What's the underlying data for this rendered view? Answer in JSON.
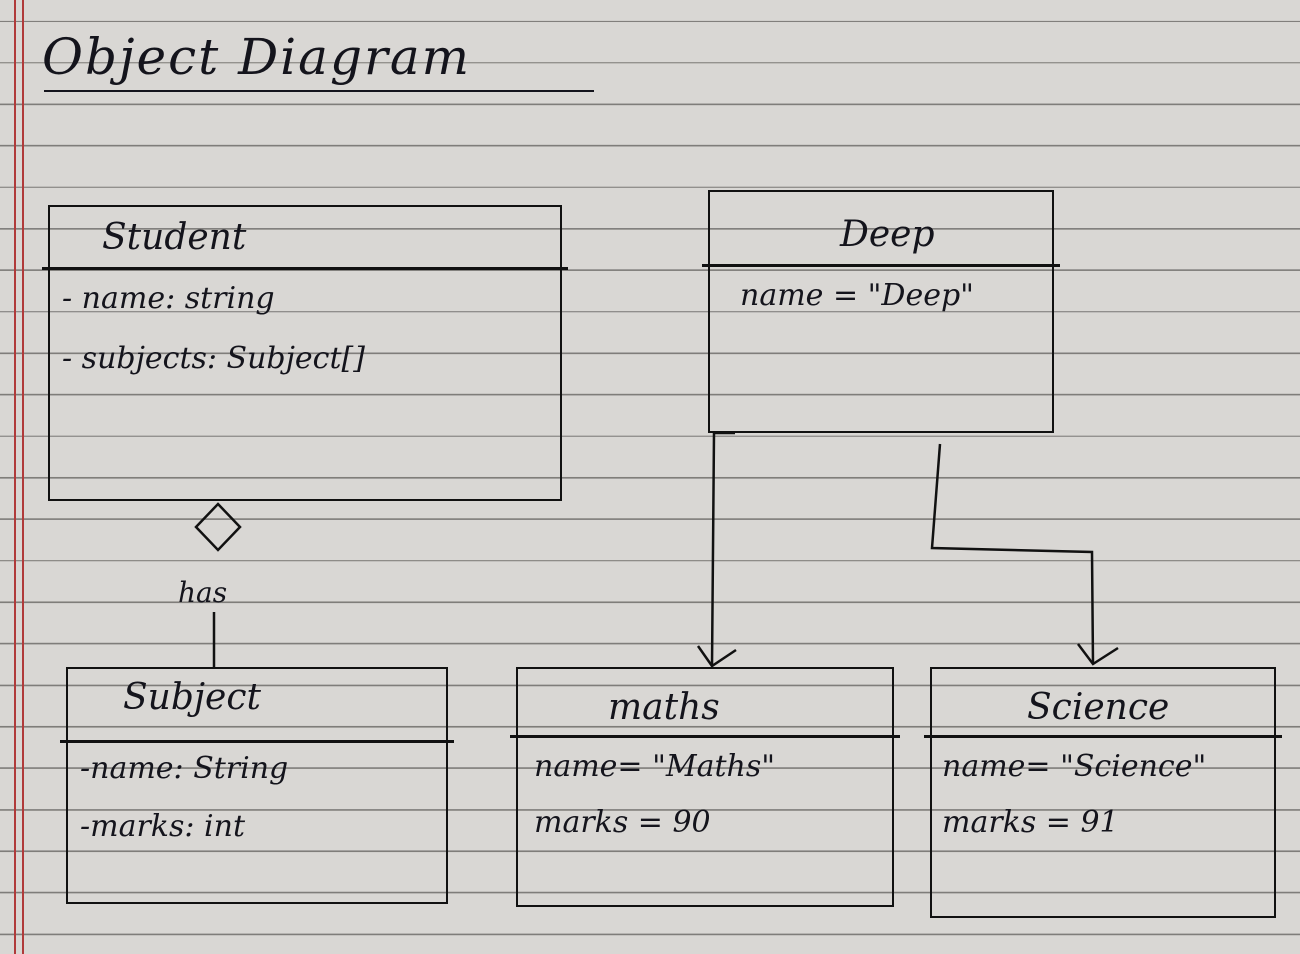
{
  "title": "Object Diagram",
  "classes": {
    "student": {
      "name": "Student",
      "attributes": [
        "- name: string",
        "- subjects: Subject[]"
      ]
    },
    "subject": {
      "name": "Subject",
      "attributes": [
        "-name: String",
        "-marks: int"
      ]
    }
  },
  "objects": {
    "deep": {
      "name": "Deep",
      "attributes": [
        "name = \"Deep\""
      ]
    },
    "maths": {
      "name": "maths",
      "attributes": [
        "name= \"Maths\"",
        "marks = 90"
      ]
    },
    "science": {
      "name": "Science",
      "attributes": [
        "name= \"Science\"",
        "marks = 91"
      ]
    }
  },
  "relationship_label": "has"
}
